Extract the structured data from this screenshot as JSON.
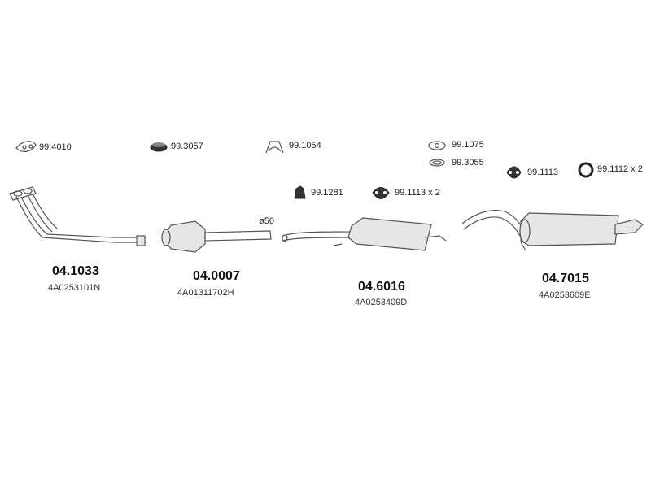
{
  "accessories": {
    "a1": "99.4010",
    "a2": "99.3057",
    "a3": "99.1054",
    "a4": "99.1075",
    "a5": "99.3055",
    "a6": "99.1113",
    "a7": "99.1112 x 2",
    "a8": "99.1281",
    "a9": "99.1113 x 2"
  },
  "diameter_label": "ø50",
  "parts": [
    {
      "code": "04.1033",
      "ref": "4A0253101N"
    },
    {
      "code": "04.0007",
      "ref": "4A01311702H"
    },
    {
      "code": "04.6016",
      "ref": "4A0253409D"
    },
    {
      "code": "04.7015",
      "ref": "4A0253609E"
    }
  ]
}
